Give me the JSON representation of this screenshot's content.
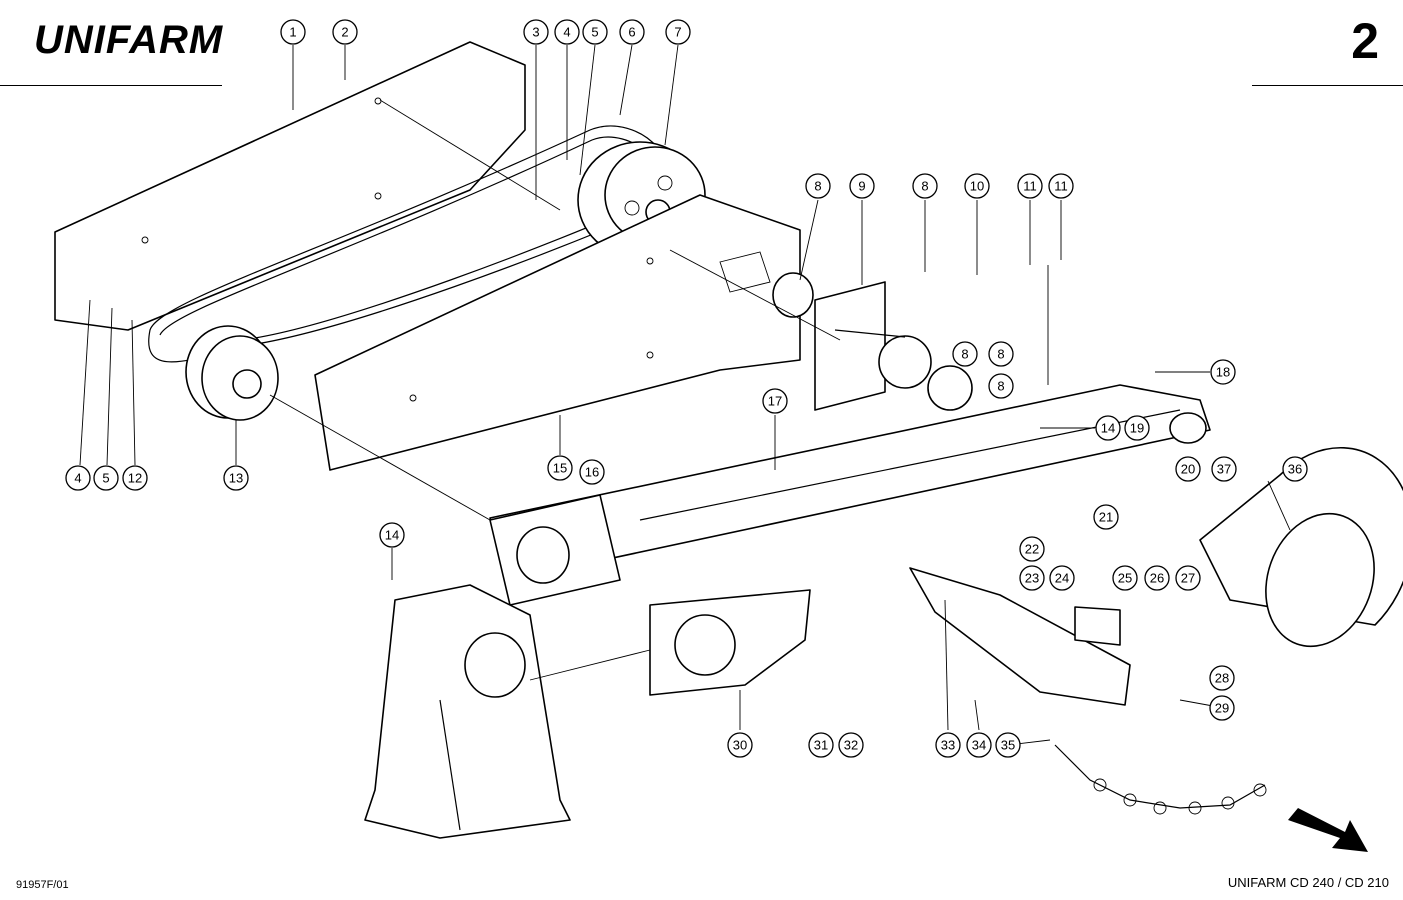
{
  "header": {
    "brand": "UNIFARM",
    "page_number": "2"
  },
  "footer": {
    "drawing_code": "91957F/01",
    "model": "UNIFARM CD 240 / CD 210"
  },
  "callouts": [
    "1",
    "2",
    "3",
    "4",
    "5",
    "6",
    "7",
    "8",
    "9",
    "8",
    "10",
    "11",
    "11",
    "8",
    "8",
    "8",
    "18",
    "17",
    "14",
    "19",
    "20",
    "37",
    "36",
    "4",
    "5",
    "12",
    "13",
    "15",
    "16",
    "21",
    "22",
    "23",
    "24",
    "25",
    "26",
    "27",
    "28",
    "29",
    "14",
    "30",
    "31",
    "32",
    "33",
    "34",
    "35"
  ],
  "colors": {
    "ink": "#000000",
    "paper": "#ffffff"
  }
}
